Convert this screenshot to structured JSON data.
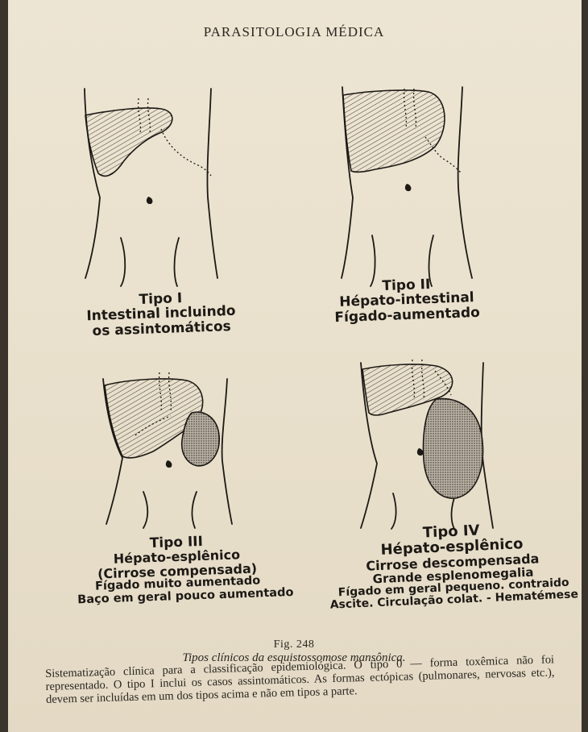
{
  "page": {
    "running_header": "PARASITOLOGIA MÉDICA"
  },
  "figures": [
    {
      "lines": [
        "Tipo I",
        "Intestinal incluindo",
        "os assintomáticos"
      ]
    },
    {
      "lines": [
        "Tipo II",
        "Hépato-intestinal",
        "Fígado-aumentado"
      ]
    },
    {
      "lines": [
        "Tipo III",
        "Hépato-esplênico",
        "(Cirrose compensada)",
        "Fígado muito aumentado",
        "Baço em geral pouco aumentado"
      ]
    },
    {
      "lines": [
        "Tipo IV",
        "Hépato-esplênico",
        "Cirrose descompensada",
        "Grande esplenomegalia",
        "Fígado em geral pequeno. contraido",
        "Ascite. Circulação colat. - Hematémese"
      ]
    }
  ],
  "caption": {
    "figure_number": "Fig. 248",
    "title": "Tipos clínicos da esquistossomose mansônica.",
    "text": "Sistematização clínica para a classificação epidemiológica. O tipo 0 — forma toxêmica não foi representado. O tipo I inclui os casos assintomáticos. As formas ectópicas (pulmonares, nervosas etc.), devem ser incluídas em um dos tipos acima e não em tipos a parte."
  },
  "colors": {
    "paper": "#ece4d2",
    "ink": "#1c1915"
  }
}
